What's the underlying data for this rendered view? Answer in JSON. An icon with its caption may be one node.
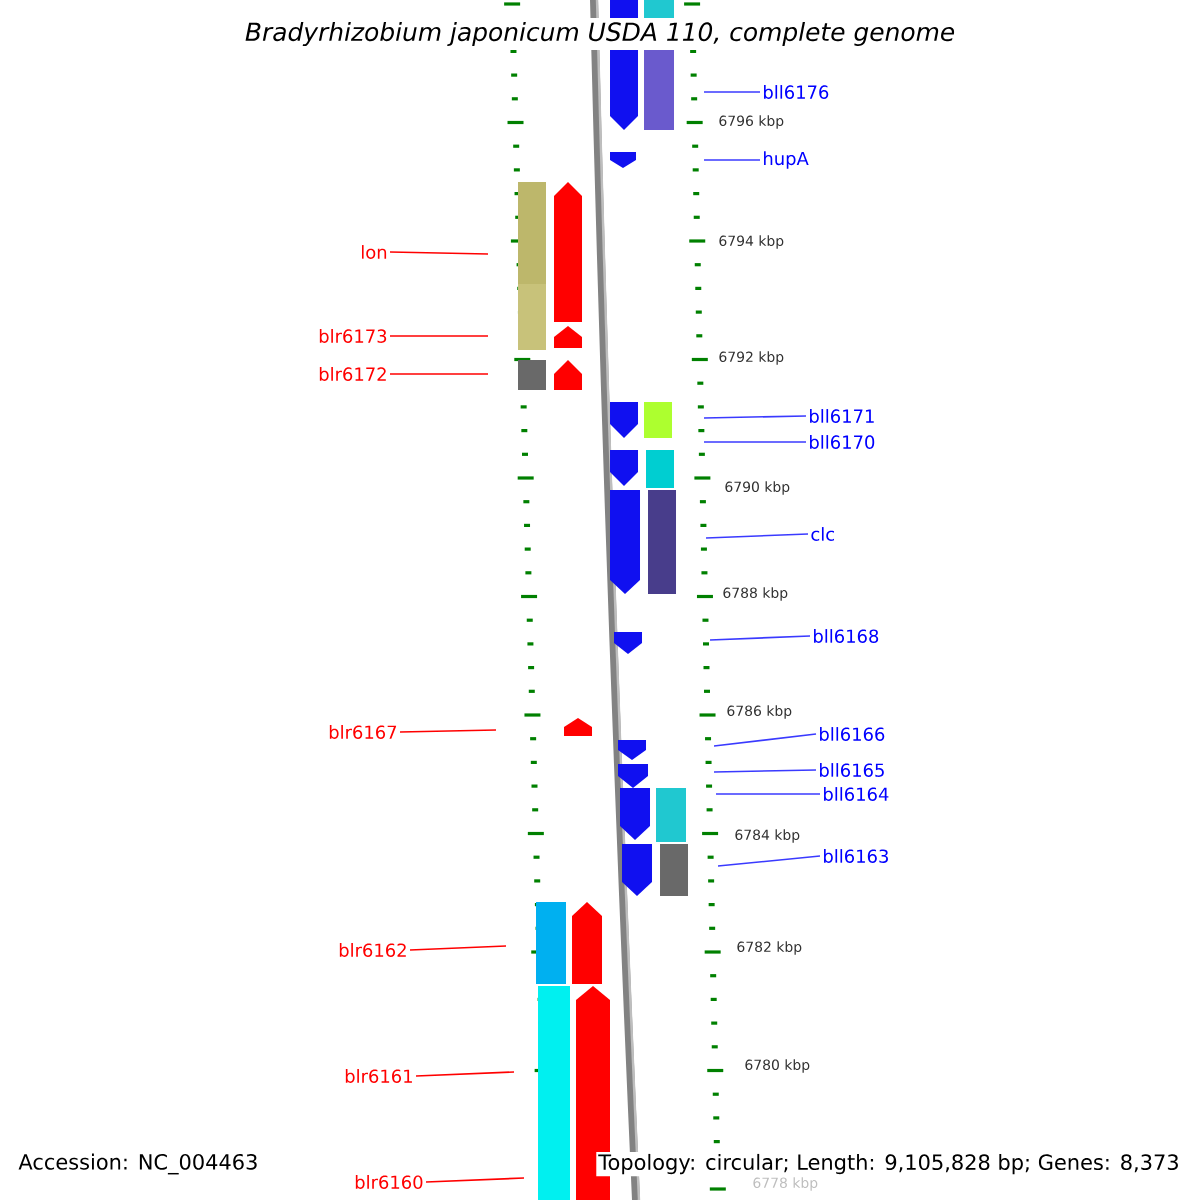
{
  "diagram": {
    "title": "Bradyrhizobium japonicum USDA 110, complete genome",
    "nodes": [
      {
        "text": [
          "bll6176"
        ]
      },
      {
        "text": [
          "hupA"
        ]
      },
      {
        "text": [
          "lon"
        ]
      },
      {
        "text": [
          "blr6173"
        ]
      },
      {
        "text": [
          "blr6172"
        ]
      },
      {
        "text": [
          "bll6171"
        ]
      },
      {
        "text": [
          "bll6170"
        ]
      },
      {
        "text": [
          "clc"
        ]
      },
      {
        "text": [
          "bll6168"
        ]
      },
      {
        "text": [
          "blr6167"
        ]
      },
      {
        "text": [
          "bll6166"
        ]
      },
      {
        "text": [
          "bll6165"
        ]
      },
      {
        "text": [
          "bll6164"
        ]
      },
      {
        "text": [
          "bll6163"
        ]
      },
      {
        "text": [
          "blr6162"
        ]
      },
      {
        "text": [
          "blr6161"
        ]
      },
      {
        "text": [
          "blr6160"
        ]
      }
    ],
    "edges": [
      {
        "from": 0,
        "to": null,
        "arrow": "none"
      },
      {
        "from": 1,
        "to": null,
        "arrow": "none"
      },
      {
        "from": 2,
        "to": null,
        "arrow": "none",
        "color": "#ff0000"
      },
      {
        "from": 3,
        "to": null,
        "arrow": "none",
        "color": "#ff0000"
      },
      {
        "from": 4,
        "to": null,
        "arrow": "none",
        "color": "#ff0000"
      },
      {
        "from": 5,
        "to": null,
        "arrow": "none"
      },
      {
        "from": 6,
        "to": null,
        "arrow": "none"
      },
      {
        "from": 7,
        "to": null,
        "arrow": "none"
      },
      {
        "from": 8,
        "to": null,
        "arrow": "none"
      },
      {
        "from": 9,
        "to": null,
        "arrow": "none",
        "color": "#ff0000"
      },
      {
        "from": 10,
        "to": null,
        "arrow": "none"
      },
      {
        "from": 11,
        "to": null,
        "arrow": "none"
      },
      {
        "from": 12,
        "to": null,
        "arrow": "none"
      },
      {
        "from": 13,
        "to": null,
        "arrow": "none"
      },
      {
        "from": 14,
        "to": null,
        "arrow": "none",
        "color": "#ff0000"
      },
      {
        "from": 15,
        "to": null,
        "arrow": "none",
        "color": "#ff0000"
      },
      {
        "from": 16,
        "to": null,
        "arrow": "none",
        "color": "#ff0000"
      }
    ],
    "labels": [
      "6796 kbp",
      "6794 kbp",
      "6792 kbp",
      "6790 kbp",
      "6788 kbp",
      "6786 kbp",
      "6784 kbp",
      "6782 kbp",
      "6780 kbp",
      "6778 kbp",
      "Accession: NC_004463",
      "Topology: circular; Length: 9,105,828 bp; Genes: 8,373"
    ]
  }
}
